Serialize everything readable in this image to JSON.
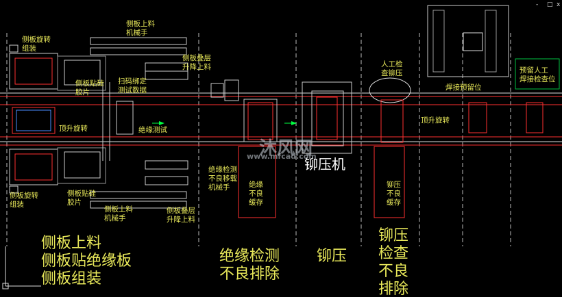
{
  "window_controls": {
    "minimize": "-",
    "restore": "□",
    "close": "x"
  },
  "station_labels": {
    "side_rotate_top": "侧板旋转\n组装",
    "side_load_robot_top": "侧板上料\n机械手",
    "side_stack_lift_top": "侧板叠层\n升降上料",
    "side_adhere_top": "侧板贴硅\n胶片",
    "scan_bind": "扫码绑定\n测试数据",
    "jack_rotate_left": "顶升旋转",
    "insulation_test": "绝缘测试",
    "manual_check": "人工检\n查铆压",
    "weld_reserve": "焊接预留位",
    "reserve_manual_weld": "预留人工\n焊接检查位",
    "jack_rotate_right": "顶升旋转",
    "rivet_machine": "铆压机",
    "insul_reject_robot": "绝缘检测\n不良移载\n机械手",
    "insul_bad_buffer": "绝缘\n不良\n缓存",
    "rivet_bad_buffer": "铆压\n不良\n缓存",
    "side_rotate_bottom": "侧板旋转\n组装",
    "side_adhere_bottom": "侧板贴硅\n胶片",
    "side_load_robot_bottom": "侧板上料\n机械手",
    "side_stack_lift_bottom": "侧板叠层\n升降上料"
  },
  "process_labels": {
    "col1": "侧板上料\n侧板贴绝缘板\n侧板组装",
    "col2": "绝缘检测\n不良排除",
    "col3": "铆压",
    "col4": "铆压\n检查\n不良\n排除"
  },
  "watermark": {
    "brand": "沐风网",
    "url": "www.mfcad.com"
  },
  "colors": {
    "label": "#e8e85a",
    "line": "#ff3030",
    "rail": "#e0e0e0",
    "arrow": "#00ff40",
    "box": "#00c040",
    "bg": "#000000"
  }
}
